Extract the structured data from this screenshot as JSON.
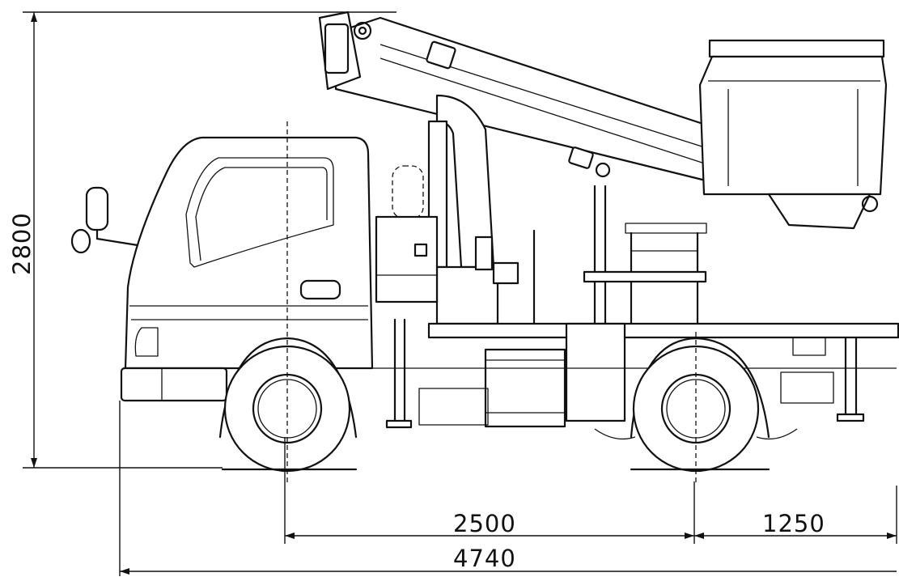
{
  "dimensions": {
    "overall_height": "2800",
    "wheelbase": "2500",
    "rear_overhang": "1250",
    "overall_length": "4740"
  }
}
